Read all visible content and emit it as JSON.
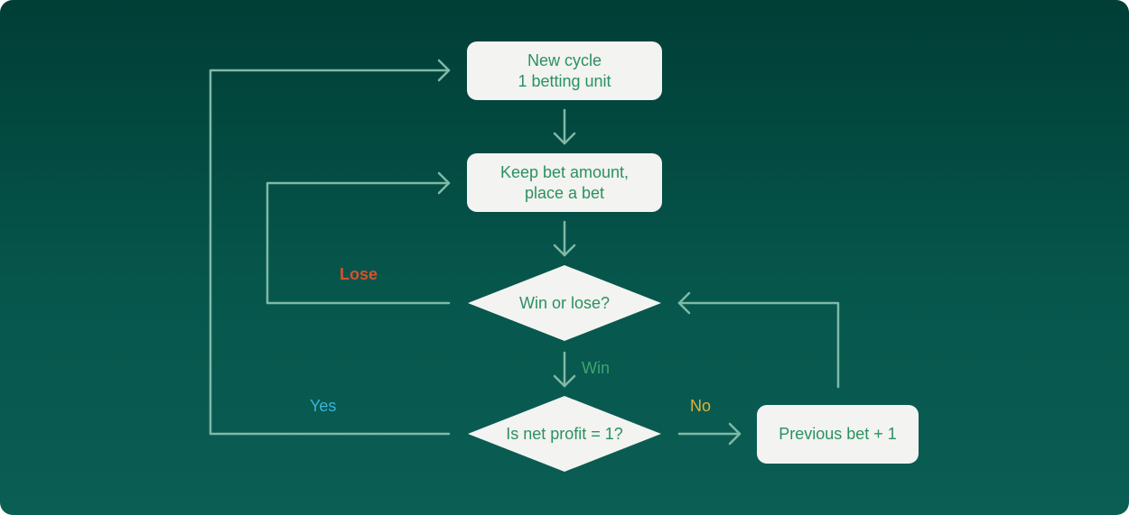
{
  "colors": {
    "background_top": "#003e36",
    "background_bottom": "#0b5e54",
    "node_fill": "#f3f3f1",
    "node_text": "#2a9160",
    "connector": "#7fb9a6",
    "lose": "#d9502c",
    "win": "#3fa471",
    "yes": "#3ab4dc",
    "no": "#e2b13a"
  },
  "nodes": {
    "new_cycle": {
      "line1": "New cycle",
      "line2": "1 betting unit"
    },
    "keep_bet": {
      "line1": "Keep bet amount,",
      "line2": "place a bet"
    },
    "win_or_lose": {
      "label": "Win or lose?"
    },
    "net_profit": {
      "label": "Is net profit = 1?"
    },
    "previous_bet": {
      "label": "Previous bet + 1"
    }
  },
  "edge_labels": {
    "lose": "Lose",
    "win": "Win",
    "yes": "Yes",
    "no": "No"
  }
}
